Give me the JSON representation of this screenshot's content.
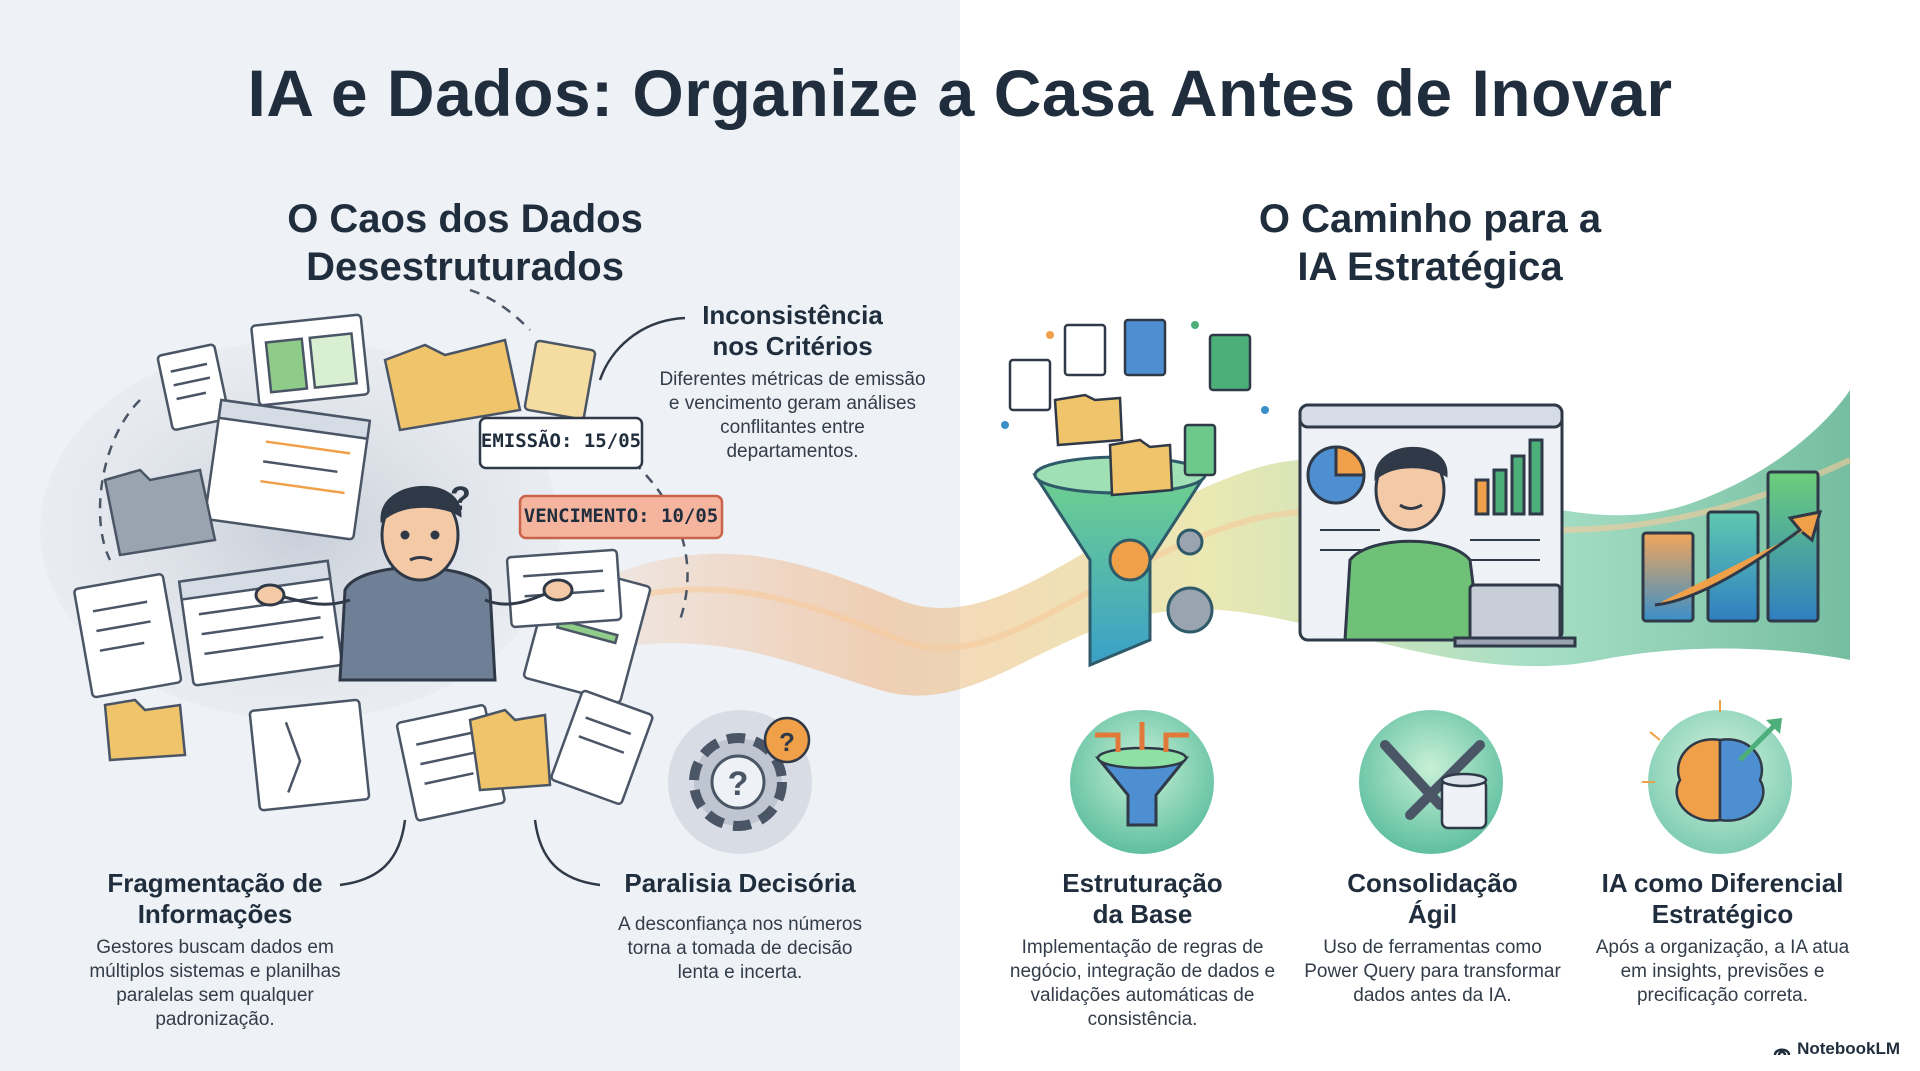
{
  "title": "IA e Dados: Organize a Casa Antes de Inovar",
  "left": {
    "heading_line1": "O Caos dos Dados",
    "heading_line2": "Desestruturados",
    "callouts": [
      {
        "title_line1": "Inconsistência",
        "title_line2": "nos Critérios",
        "text": "Diferentes métricas de emissão e vencimento geram análises conflitantes entre departamentos."
      },
      {
        "title_line1": "Fragmentação de",
        "title_line2": "Informações",
        "text": "Gestores buscam dados em múltiplos sistemas e planilhas paralelas sem qualquer padronização."
      },
      {
        "title_line1": "Paralisia Decisória",
        "title_line2": "",
        "text": "A desconfiança nos números torna a tomada de decisão lenta e incerta."
      }
    ],
    "badges": {
      "emissao": "EMISSÃO: 15/05",
      "vencimento": "VENCIMENTO: 10/05"
    }
  },
  "right": {
    "heading_line1": "O Caminho para a",
    "heading_line2": "IA Estratégica",
    "steps": [
      {
        "title_line1": "Estruturação",
        "title_line2": "da Base",
        "text": "Implementação de regras de negócio, integração de dados e validações automáticas de consistência.",
        "icon": "funnel-icon"
      },
      {
        "title_line1": "Consolidação",
        "title_line2": "Ágil",
        "text": "Uso de ferramentas como Power Query para transformar dados antes da IA.",
        "icon": "tools-icon"
      },
      {
        "title_line1": "IA como Diferencial",
        "title_line2": "Estratégico",
        "text": "Após a organização, a IA atua em insights, previsões e precificação correta.",
        "icon": "brain-icon"
      }
    ]
  },
  "brand": "NotebookLM",
  "colors": {
    "title": "#1f2d3d",
    "left_bg": "#eef1f5",
    "badge_red": "#f2a58e",
    "green": "#4caf7a",
    "blue": "#3a8fc9"
  }
}
